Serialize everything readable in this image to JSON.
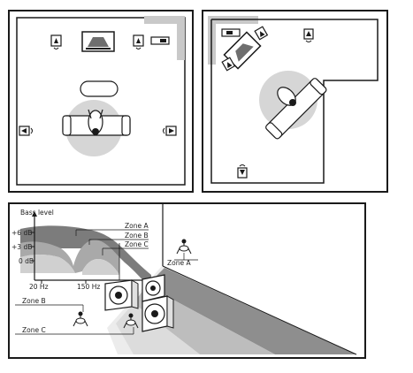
{
  "graph": {
    "y_axis_label": "Bass level",
    "y_ticks": [
      "+6 dB",
      "+3 dB",
      "0 dB"
    ],
    "x_ticks": [
      "20 Hz",
      "150 Hz"
    ]
  },
  "zones": [
    "Zone A",
    "Zone B",
    "Zone C"
  ],
  "colors": {
    "gray_dark": "#7c7c7c",
    "gray_mid": "#a9a9a9",
    "gray_light": "#d6d6d6",
    "line": "#1a1a1a"
  }
}
